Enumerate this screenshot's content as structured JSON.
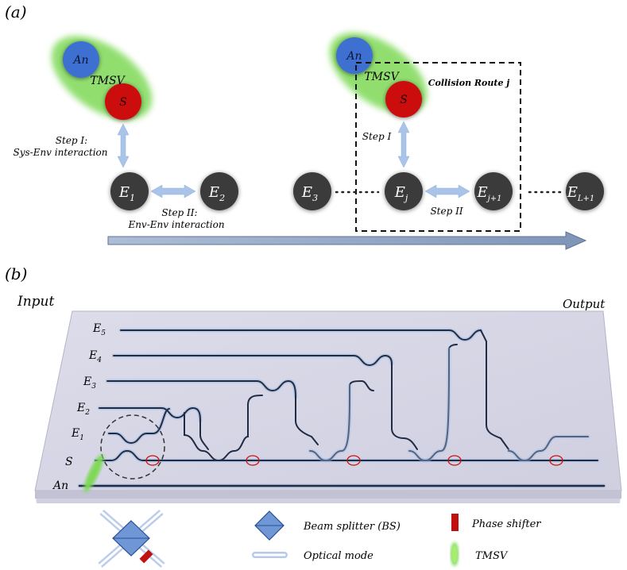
{
  "panel_a": {
    "label": "(a)",
    "left_group": {
      "ancilla": "An",
      "system": "S",
      "tmsv": "TMSV",
      "step1_title": "Step I:",
      "step1_desc": "Sys-Env interaction",
      "env1": "E",
      "env1_sub": "1",
      "env2": "E",
      "env2_sub": "2",
      "step2_title": "Step II:",
      "step2_desc": "Env-Env interaction"
    },
    "right_group": {
      "ancilla": "An",
      "system": "S",
      "tmsv": "TMSV",
      "route_label": "Collision Route j",
      "step1": "Step I",
      "step2": "Step II",
      "env3": "E",
      "env3_sub": "3",
      "envj": "E",
      "envj_sub": "j",
      "envj1": "E",
      "envj1_sub": "j+1",
      "envL": "E",
      "envL_sub": "L+1"
    }
  },
  "panel_b": {
    "label": "(b)",
    "input_label": "Input",
    "output_label": "Output",
    "modes": [
      {
        "name": "E",
        "sub": "5"
      },
      {
        "name": "E",
        "sub": "4"
      },
      {
        "name": "E",
        "sub": "3"
      },
      {
        "name": "E",
        "sub": "2"
      },
      {
        "name": "E",
        "sub": "1"
      },
      {
        "name": "S",
        "sub": ""
      },
      {
        "name": "An",
        "sub": ""
      }
    ]
  },
  "legend": {
    "beam_splitter": "Beam splitter (BS)",
    "optical_mode": "Optical mode",
    "phase_shifter": "Phase shifter",
    "tmsv": "TMSV"
  },
  "colors": {
    "ancilla": "#3d6fd1",
    "system": "#cc1111",
    "tmsv_glow": "#7ed957",
    "env_node": "#3a3a3a",
    "arrow": "#a9c4e8",
    "chip": "#d6d6e6",
    "waveguide": "#1f2c44",
    "phase_shifter": "#c01010"
  }
}
